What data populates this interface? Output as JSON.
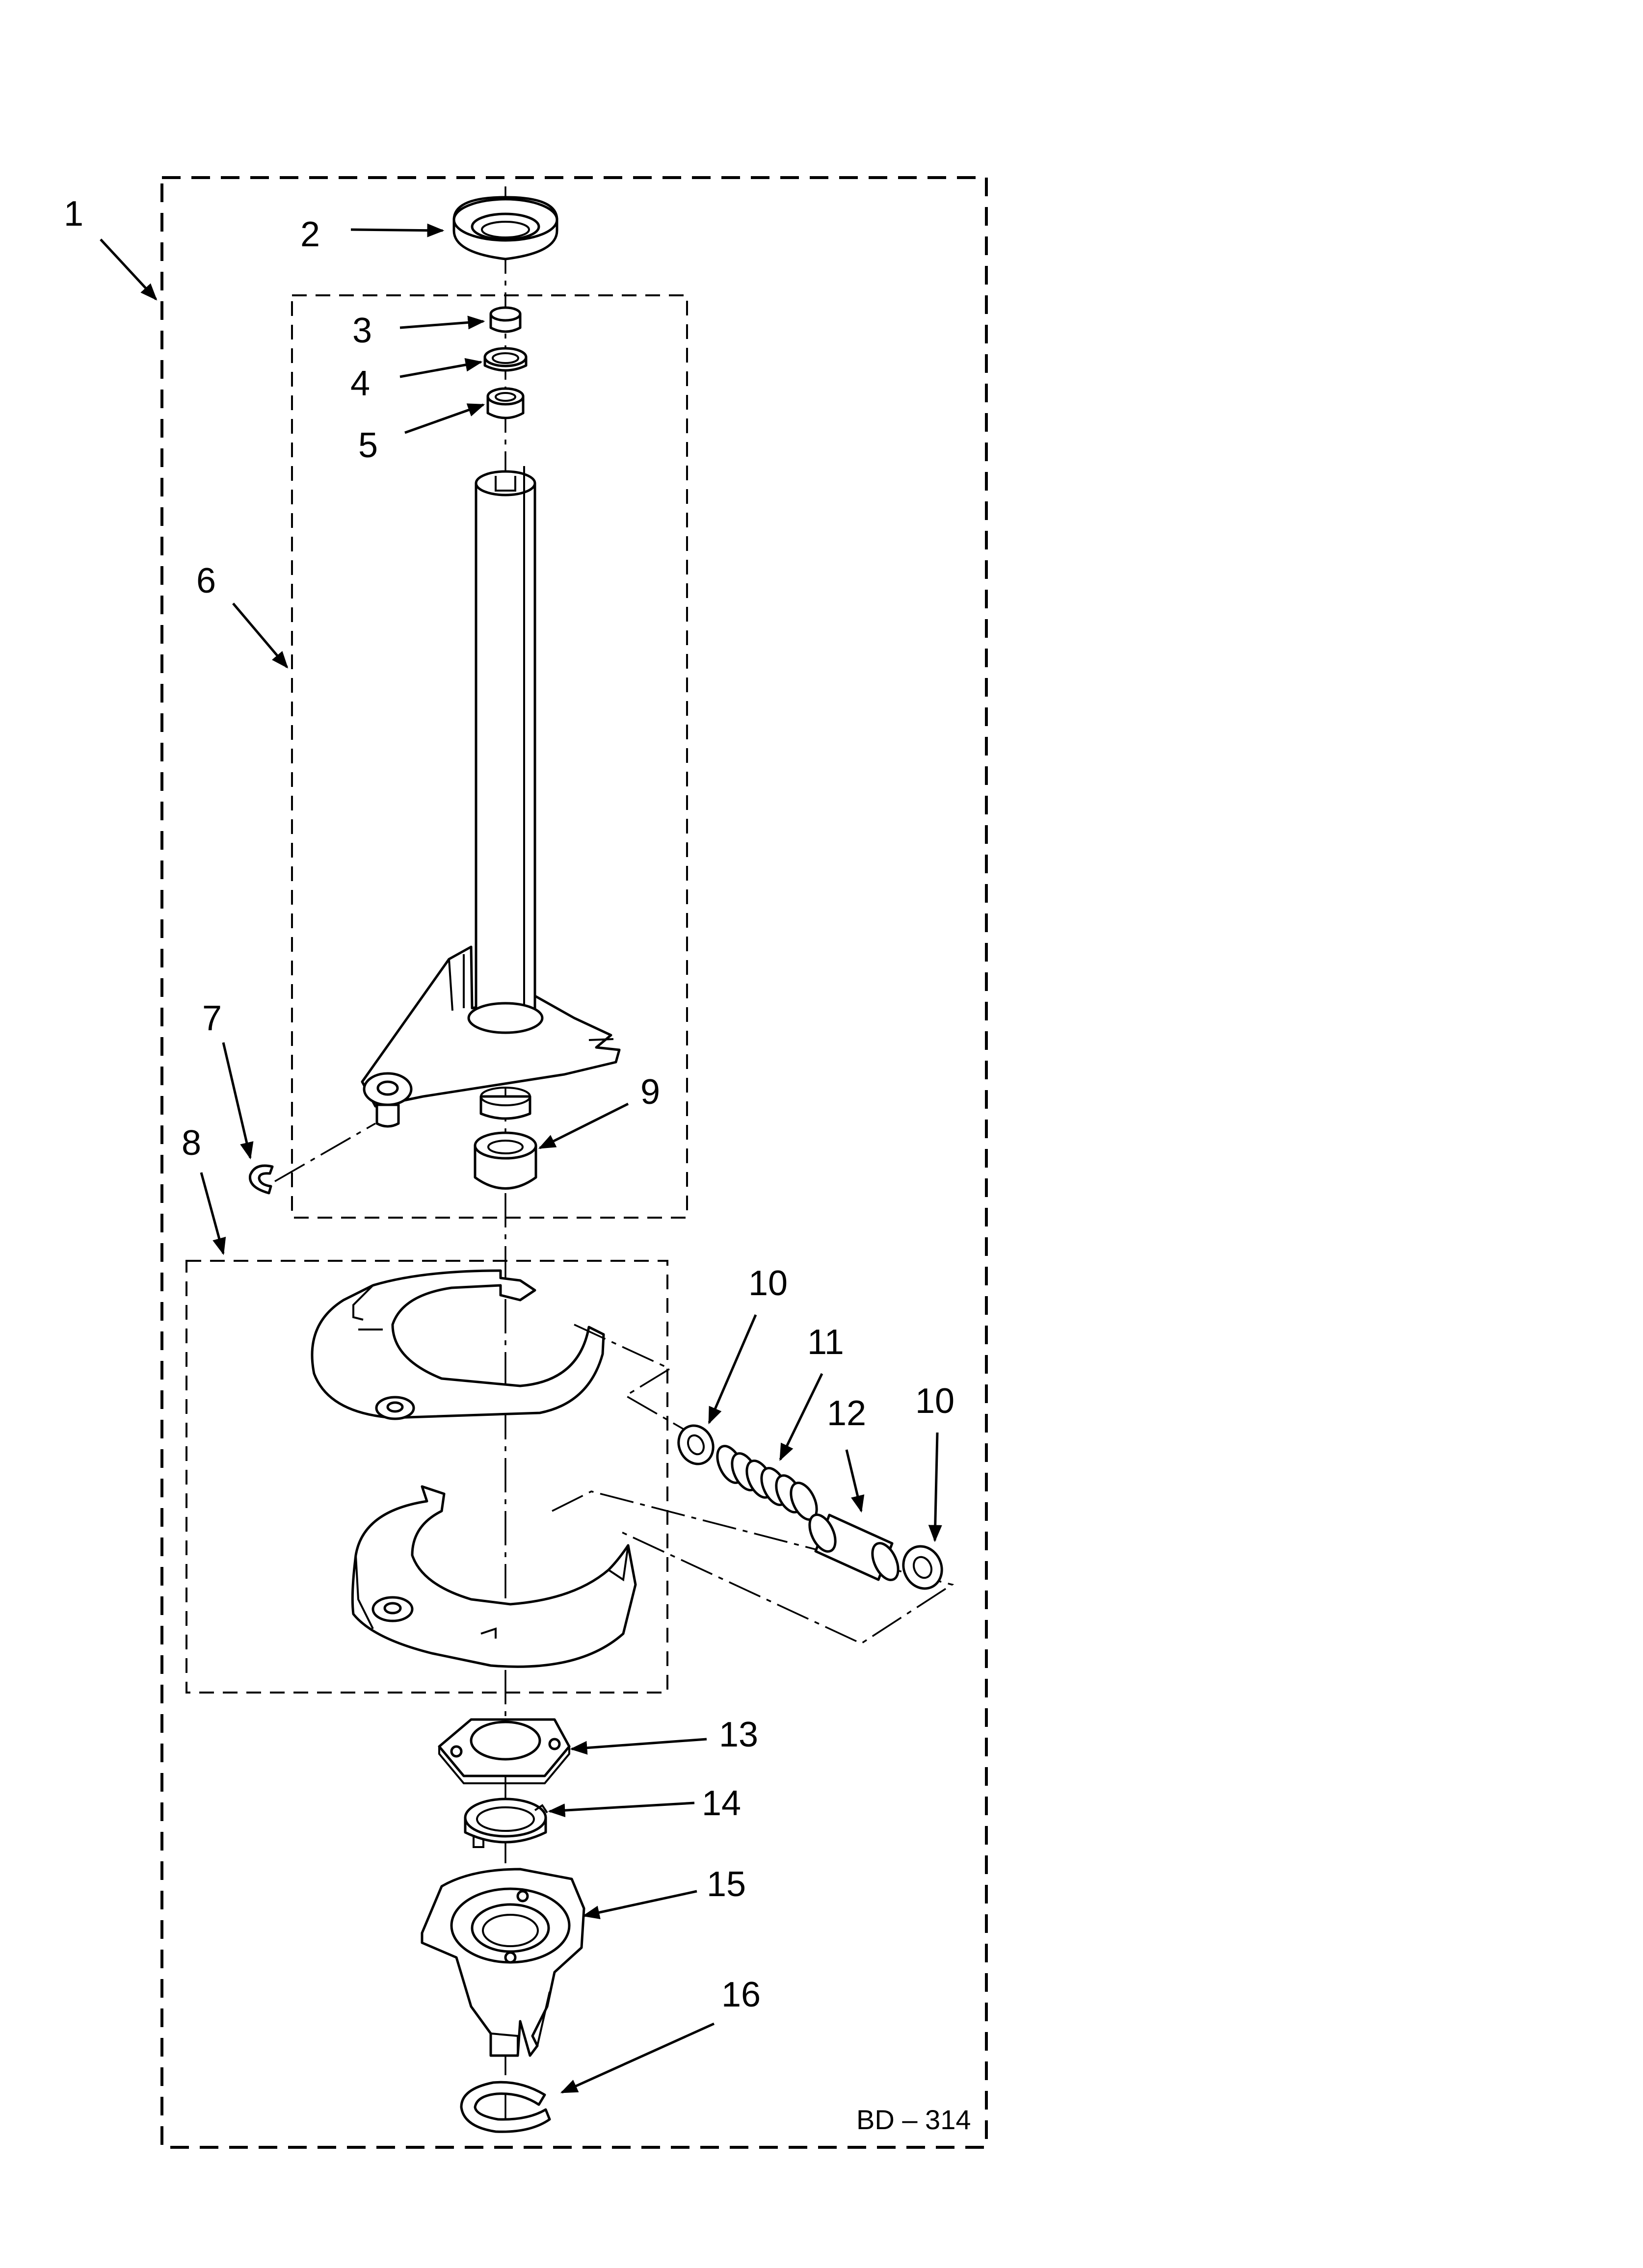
{
  "diagram": {
    "callouts": [
      "1",
      "2",
      "3",
      "4",
      "5",
      "6",
      "7",
      "8",
      "9",
      "10",
      "11",
      "12",
      "10",
      "13",
      "14",
      "15",
      "16"
    ],
    "drawing_code": "BD – 314"
  }
}
